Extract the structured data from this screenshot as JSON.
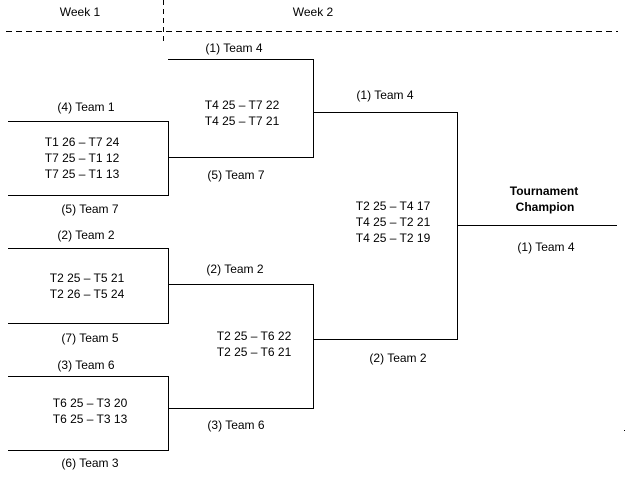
{
  "weeks": {
    "week1": "Week 1",
    "week2": "Week 2"
  },
  "round1": {
    "match1": {
      "top": "(4) Team 1",
      "bottom": "(5) Team 7",
      "scores": [
        "T1 26 – T7 24",
        "T7 25 – T1 12",
        "T7 25 – T1 13"
      ]
    },
    "match2": {
      "top": "(2) Team 2",
      "bottom": "(7) Team 5",
      "scores": [
        "T2 25 – T5 21",
        "T2 26 – T5 24"
      ]
    },
    "match3": {
      "top": "(3) Team 6",
      "bottom": "(6) Team 3",
      "scores": [
        "T6 25 – T3 20",
        "T6 25 – T3 13"
      ]
    }
  },
  "round2": {
    "match1": {
      "top": "(1) Team 4",
      "bottom": "(5) Team 7",
      "scores": [
        "T4 25 – T7 22",
        "T4 25 – T7 21"
      ]
    },
    "match2": {
      "top": "(2) Team 2",
      "bottom": "(3) Team 6",
      "scores": [
        "T2 25 – T6 22",
        "T2 25 – T6 21"
      ]
    }
  },
  "final": {
    "top": "(1) Team 4",
    "bottom": "(2) Team 2",
    "scores": [
      "T2 25 – T4 17",
      "T4 25 – T2 21",
      "T4 25 – T2 19"
    ]
  },
  "champion": {
    "title_line1": "Tournament",
    "title_line2": "Champion",
    "team": "(1) Team 4"
  },
  "colors": {
    "line": "#000000",
    "background": "#ffffff"
  }
}
